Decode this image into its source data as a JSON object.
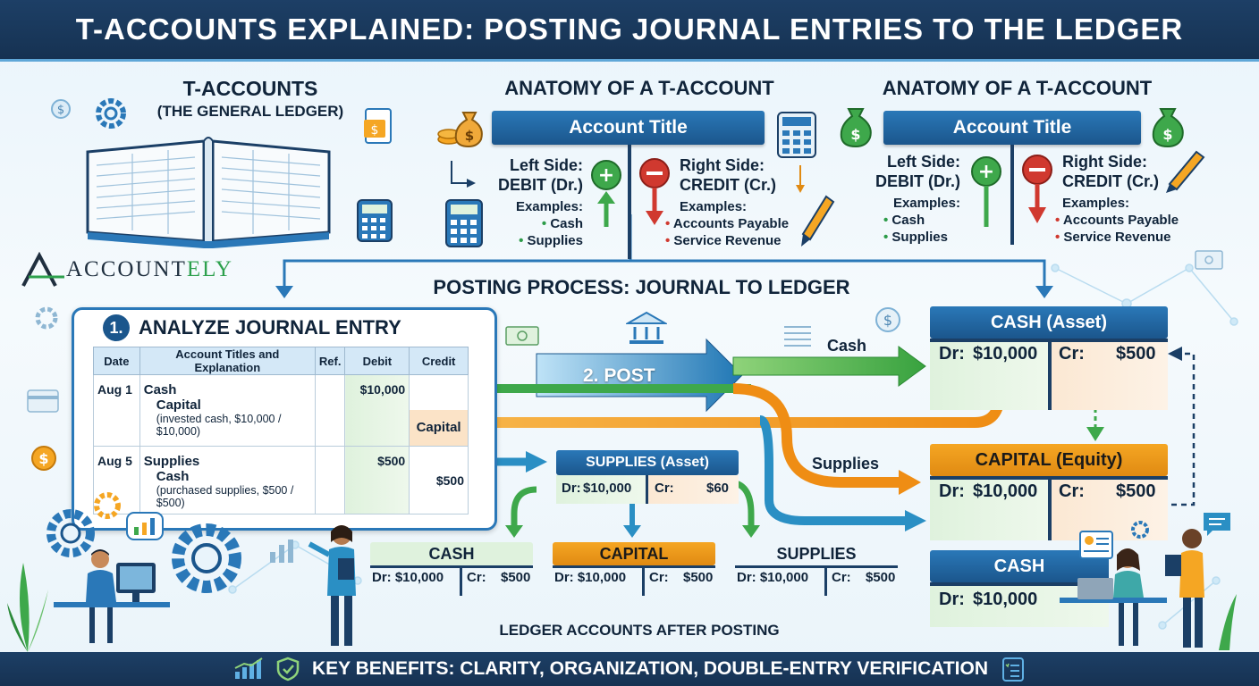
{
  "header": {
    "title": "T-ACCOUNTS EXPLAINED: POSTING JOURNAL ENTRIES TO THE LEDGER"
  },
  "ledger_intro": {
    "title": "T-ACCOUNTS",
    "subtitle": "(THE GENERAL LEDGER)"
  },
  "logo": {
    "text_dark": "ACCOUNT",
    "text_green": "ELY"
  },
  "anatomy": [
    {
      "title": "ANATOMY OF A T-ACCOUNT",
      "account_title": "Account Title",
      "left_side": "Left Side:",
      "left_name": "DEBIT (Dr.)",
      "left_examples_label": "Examples:",
      "left_examples": [
        "Cash",
        "Supplies"
      ],
      "right_side": "Right Side:",
      "right_name": "CREDIT (Cr.)",
      "right_examples_label": "Examples:",
      "right_examples": [
        "Accounts Payable",
        "Service Revenue"
      ]
    },
    {
      "title": "ANATOMY OF A T-ACCOUNT",
      "account_title": "Account Title",
      "left_side": "Left Side:",
      "left_name": "DEBIT (Dr.)",
      "left_examples_label": "Examples:",
      "left_examples": [
        "Cash",
        "Supplies"
      ],
      "right_side": "Right Side:",
      "right_name": "CREDIT (Cr.)",
      "right_examples_label": "Examples:",
      "right_examples": [
        "Accounts Payable",
        "Service Revenue"
      ]
    }
  ],
  "posting_title": "POSTING PROCESS: JOURNAL TO LEDGER",
  "journal": {
    "step_number": "1.",
    "step_title": "ANALYZE JOURNAL ENTRY",
    "columns": [
      "Date",
      "Account Titles and Explanation",
      "Ref.",
      "Debit",
      "Credit"
    ],
    "entries": [
      {
        "date": "Aug 1",
        "debit_account": "Cash",
        "credit_account": "Capital",
        "explanation": "(invested cash, $10,000 / $10,000)",
        "debit": "$10,000",
        "credit": "Capital"
      },
      {
        "date": "Aug 5",
        "debit_account": "Supplies",
        "credit_account": "Cash",
        "explanation": "(purchased supplies, $500 / $500)",
        "debit": "$500",
        "credit": "$500"
      }
    ]
  },
  "post_label": "2. POST",
  "flow_labels": {
    "cash": "Cash",
    "supplies": "Supplies"
  },
  "right_accounts": {
    "cash": {
      "title": "CASH (Asset)",
      "dr_label": "Dr:",
      "dr_value": "$10,000",
      "cr_label": "Cr:",
      "cr_value": "$500"
    },
    "capital": {
      "title": "CAPITAL (Equity)",
      "dr_label": "Dr:",
      "dr_value": "$10,000",
      "cr_label": "Cr:",
      "cr_value": "$500"
    },
    "cash2": {
      "title": "CASH",
      "dr_label": "Dr:",
      "dr_value": "$10,000"
    }
  },
  "supplies_asset": {
    "title": "SUPPLIES (Asset)",
    "dr_label": "Dr:",
    "dr_value": "$10,000",
    "cr_label": "Cr:",
    "cr_value": "$60"
  },
  "ledger_after": {
    "caption": "LEDGER ACCOUNTS AFTER POSTING",
    "accounts": [
      {
        "title": "CASH",
        "dr": "Dr: $10,000",
        "cr_label": "Cr:",
        "cr": "$500"
      },
      {
        "title": "CAPITAL",
        "dr": "Dr: $10,000",
        "cr_label": "Cr:",
        "cr": "$500"
      },
      {
        "title": "SUPPLIES",
        "dr": "Dr: $10,000",
        "cr_label": "Cr:",
        "cr": "$500"
      }
    ]
  },
  "footer": {
    "text": "KEY BENEFITS: CLARITY, ORGANIZATION, DOUBLE-ENTRY VERIFICATION"
  },
  "colors": {
    "navy": "#163252",
    "blue": "#2a78b8",
    "green": "#2c9b48",
    "orange": "#f5a623",
    "red": "#d0392f"
  }
}
